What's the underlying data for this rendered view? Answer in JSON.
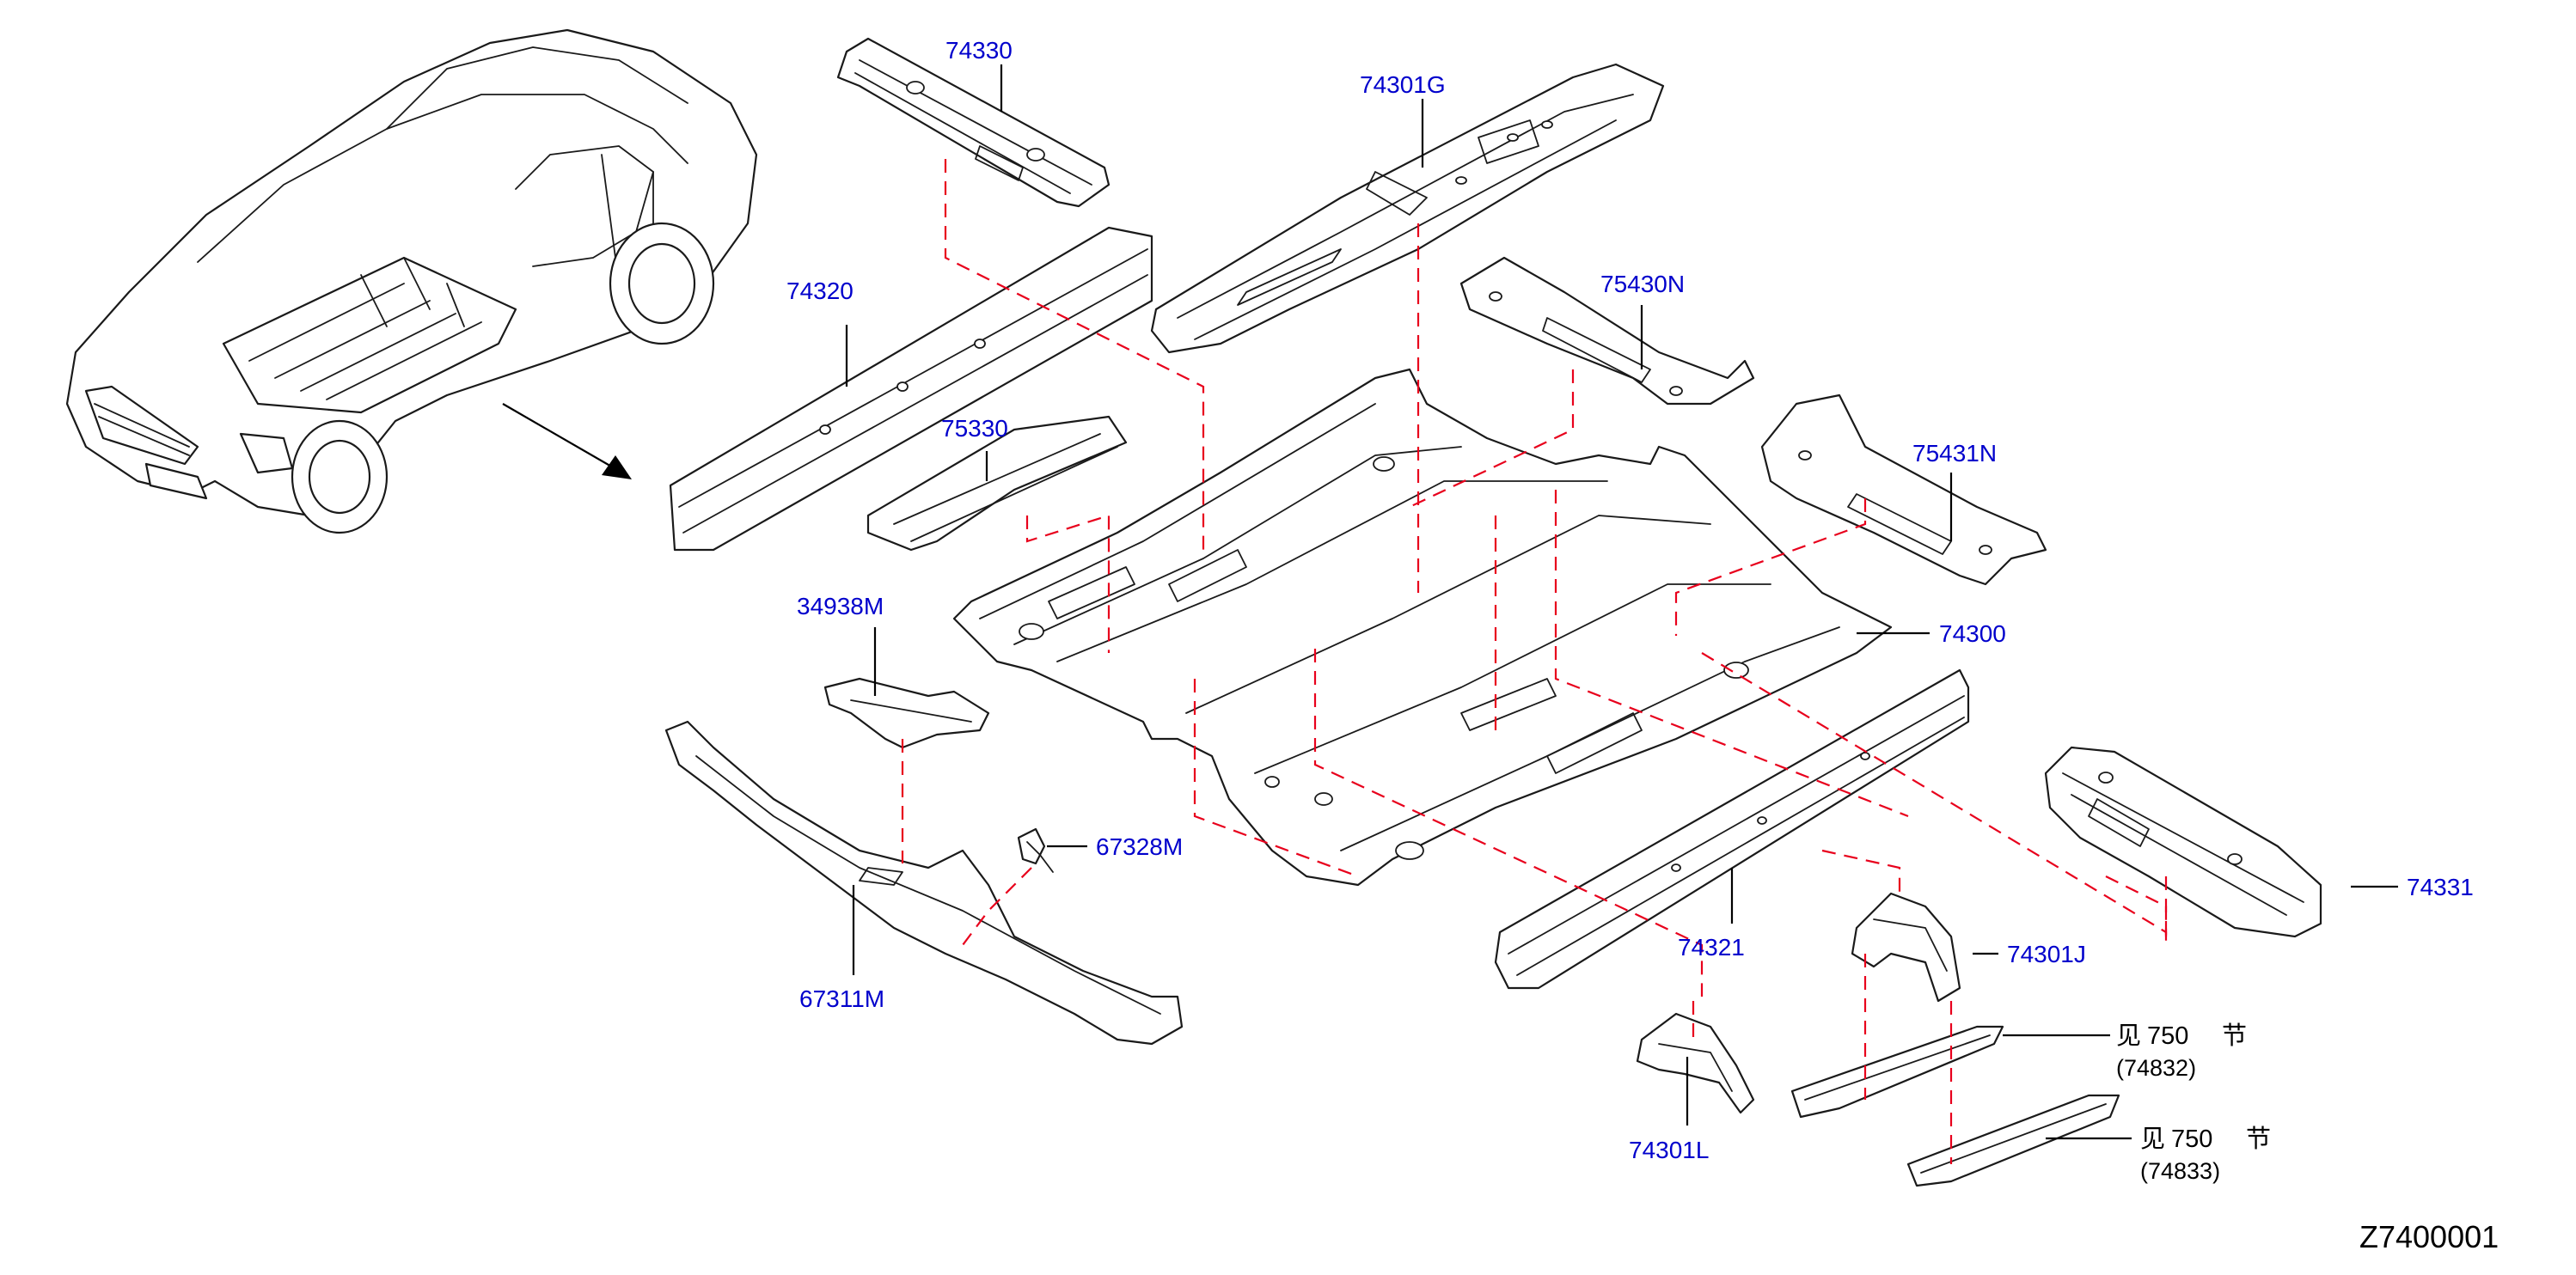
{
  "labels": {
    "p74330": "74330",
    "p74301G": "74301G",
    "p74320": "74320",
    "p75430N": "75430N",
    "p75330": "75330",
    "p75431N": "75431N",
    "p34938M": "34938M",
    "p74300": "74300",
    "p67328M": "67328M",
    "p74331": "74331",
    "p67311M": "67311M",
    "p74321": "74321",
    "p74301J": "74301J",
    "p74301L": "74301L"
  },
  "refs": [
    {
      "prefix": "见",
      "section": "750",
      "suffix": "节",
      "part": "(74832)"
    },
    {
      "prefix": "见",
      "section": "750",
      "suffix": "节",
      "part": "(74833)"
    }
  ],
  "diagram_id": "Z7400001",
  "colors": {
    "code_text": "#0000cc",
    "dash_line": "#e8001c",
    "outline": "#1a1a1a"
  }
}
